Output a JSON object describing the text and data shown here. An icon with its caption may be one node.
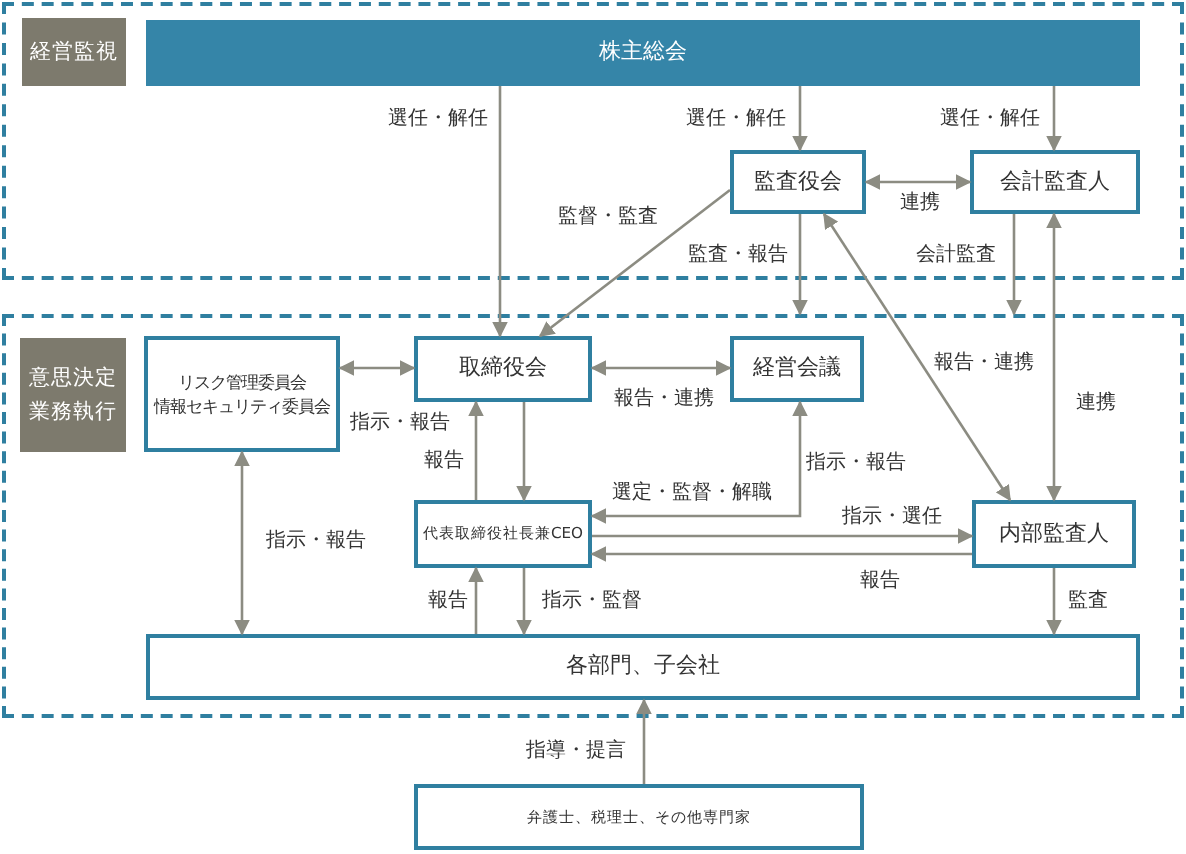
{
  "diagram": {
    "nodes": [
      {
        "text": [
          "経営監視"
        ]
      },
      {
        "text": [
          "株主総会"
        ],
        "in": 0
      },
      {
        "text": [
          "監査役会"
        ],
        "in": 0
      },
      {
        "text": [
          "会計監査人"
        ],
        "in": 0
      },
      {
        "text": [
          "意思決定業務執行"
        ]
      },
      {
        "text": [
          "リスク管理委員会",
          "情報セキュリティ委員会"
        ],
        "in": 4
      },
      {
        "text": [
          "取締役会"
        ],
        "in": 4
      },
      {
        "text": [
          "経営会議"
        ],
        "in": 4
      },
      {
        "text": [
          "代表取締役社長兼CEO"
        ],
        "in": 4
      },
      {
        "text": [
          "内部監査人"
        ],
        "in": 4
      },
      {
        "text": [
          "各部門、子会社"
        ],
        "in": 4
      },
      {
        "text": [
          "弁護士、税理士、その他専門家"
        ]
      }
    ],
    "edges": [
      {
        "from": 1,
        "to": 6,
        "arrow": "to",
        "label": "選任・解任"
      },
      {
        "from": 1,
        "to": 2,
        "arrow": "to",
        "label": "選任・解任"
      },
      {
        "from": 1,
        "to": 3,
        "arrow": "to",
        "label": "選任・解任"
      },
      {
        "from": 2,
        "to": 3,
        "arrow": "both",
        "label": "連携"
      },
      {
        "from": 2,
        "to": 6,
        "arrow": "to",
        "label": "監督・監査"
      },
      {
        "from": 2,
        "to": 4,
        "arrow": "to",
        "label": "監査・報告"
      },
      {
        "from": 3,
        "to": 4,
        "arrow": "to",
        "label": "会計監査"
      },
      {
        "from": 3,
        "to": 9,
        "arrow": "both",
        "label": "連携"
      },
      {
        "from": 2,
        "to": 9,
        "arrow": "both",
        "label": "報告・連携"
      },
      {
        "from": 5,
        "to": 6,
        "arrow": "both",
        "label": "指示・報告"
      },
      {
        "from": 6,
        "to": 7,
        "arrow": "both",
        "label": "報告・連携"
      },
      {
        "from": 6,
        "to": 8,
        "arrow": "to"
      },
      {
        "from": 8,
        "to": 6,
        "arrow": "to",
        "label": "報告"
      },
      {
        "from": 7,
        "to": 8,
        "arrow": "both",
        "label": "選定・監督・解職"
      },
      {
        "from": 8,
        "to": 9,
        "arrow": "to",
        "label": "指示・選任"
      },
      {
        "from": 9,
        "to": 8,
        "arrow": "to",
        "label": "報告"
      },
      {
        "from": 5,
        "to": 10,
        "arrow": "both",
        "label": "指示・報告"
      },
      {
        "from": 8,
        "to": 10,
        "arrow": "to",
        "label": "指示・監督"
      },
      {
        "from": 10,
        "to": 8,
        "arrow": "to",
        "label": "報告"
      },
      {
        "from": 9,
        "to": 10,
        "arrow": "to",
        "label": "監査"
      },
      {
        "from": 11,
        "to": 10,
        "arrow": "to",
        "label": "指導・提言"
      }
    ],
    "labels": [
      "指示・報告"
    ]
  }
}
